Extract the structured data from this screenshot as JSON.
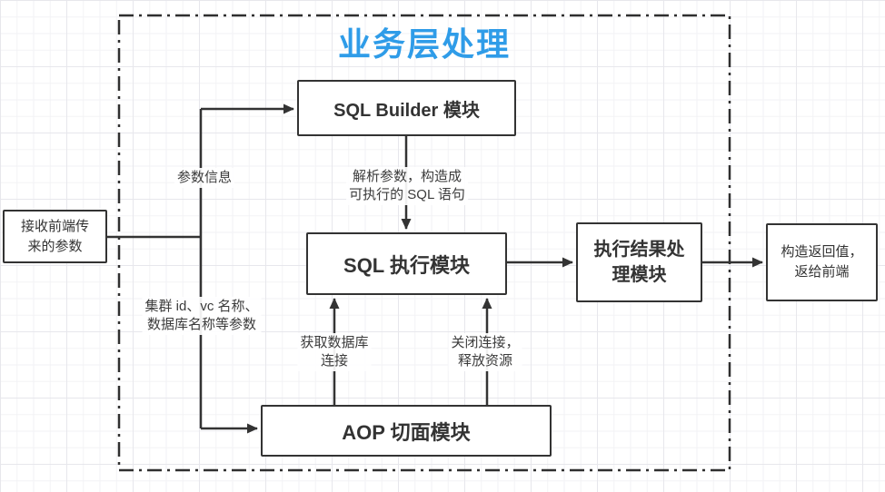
{
  "diagram": {
    "title": "业务层处理",
    "nodes": {
      "receive": {
        "label": "接收前端传来的参数"
      },
      "sql_builder": {
        "label": "SQL Builder 模块"
      },
      "sql_exec": {
        "label": "SQL 执行模块"
      },
      "result_handler": {
        "label": "执行结果处理模块"
      },
      "return_value": {
        "label": "构造返回值，返给前端"
      },
      "aop": {
        "label": "AOP 切面模块"
      }
    },
    "edge_labels": {
      "param_info": "参数信息",
      "parse_params": "解析参数，构造成\n可执行的 SQL 语句",
      "cluster_params": "集群 id、vc 名称、\n数据库名称等参数",
      "get_connection": "获取数据库\n连接",
      "close_connection": "关闭连接，\n释放资源"
    },
    "colors": {
      "title": "#2F9CE8",
      "line": "#333333",
      "node_border": "#333333",
      "node_background": "#ffffff",
      "grid_line": "#e7e7ec"
    }
  }
}
